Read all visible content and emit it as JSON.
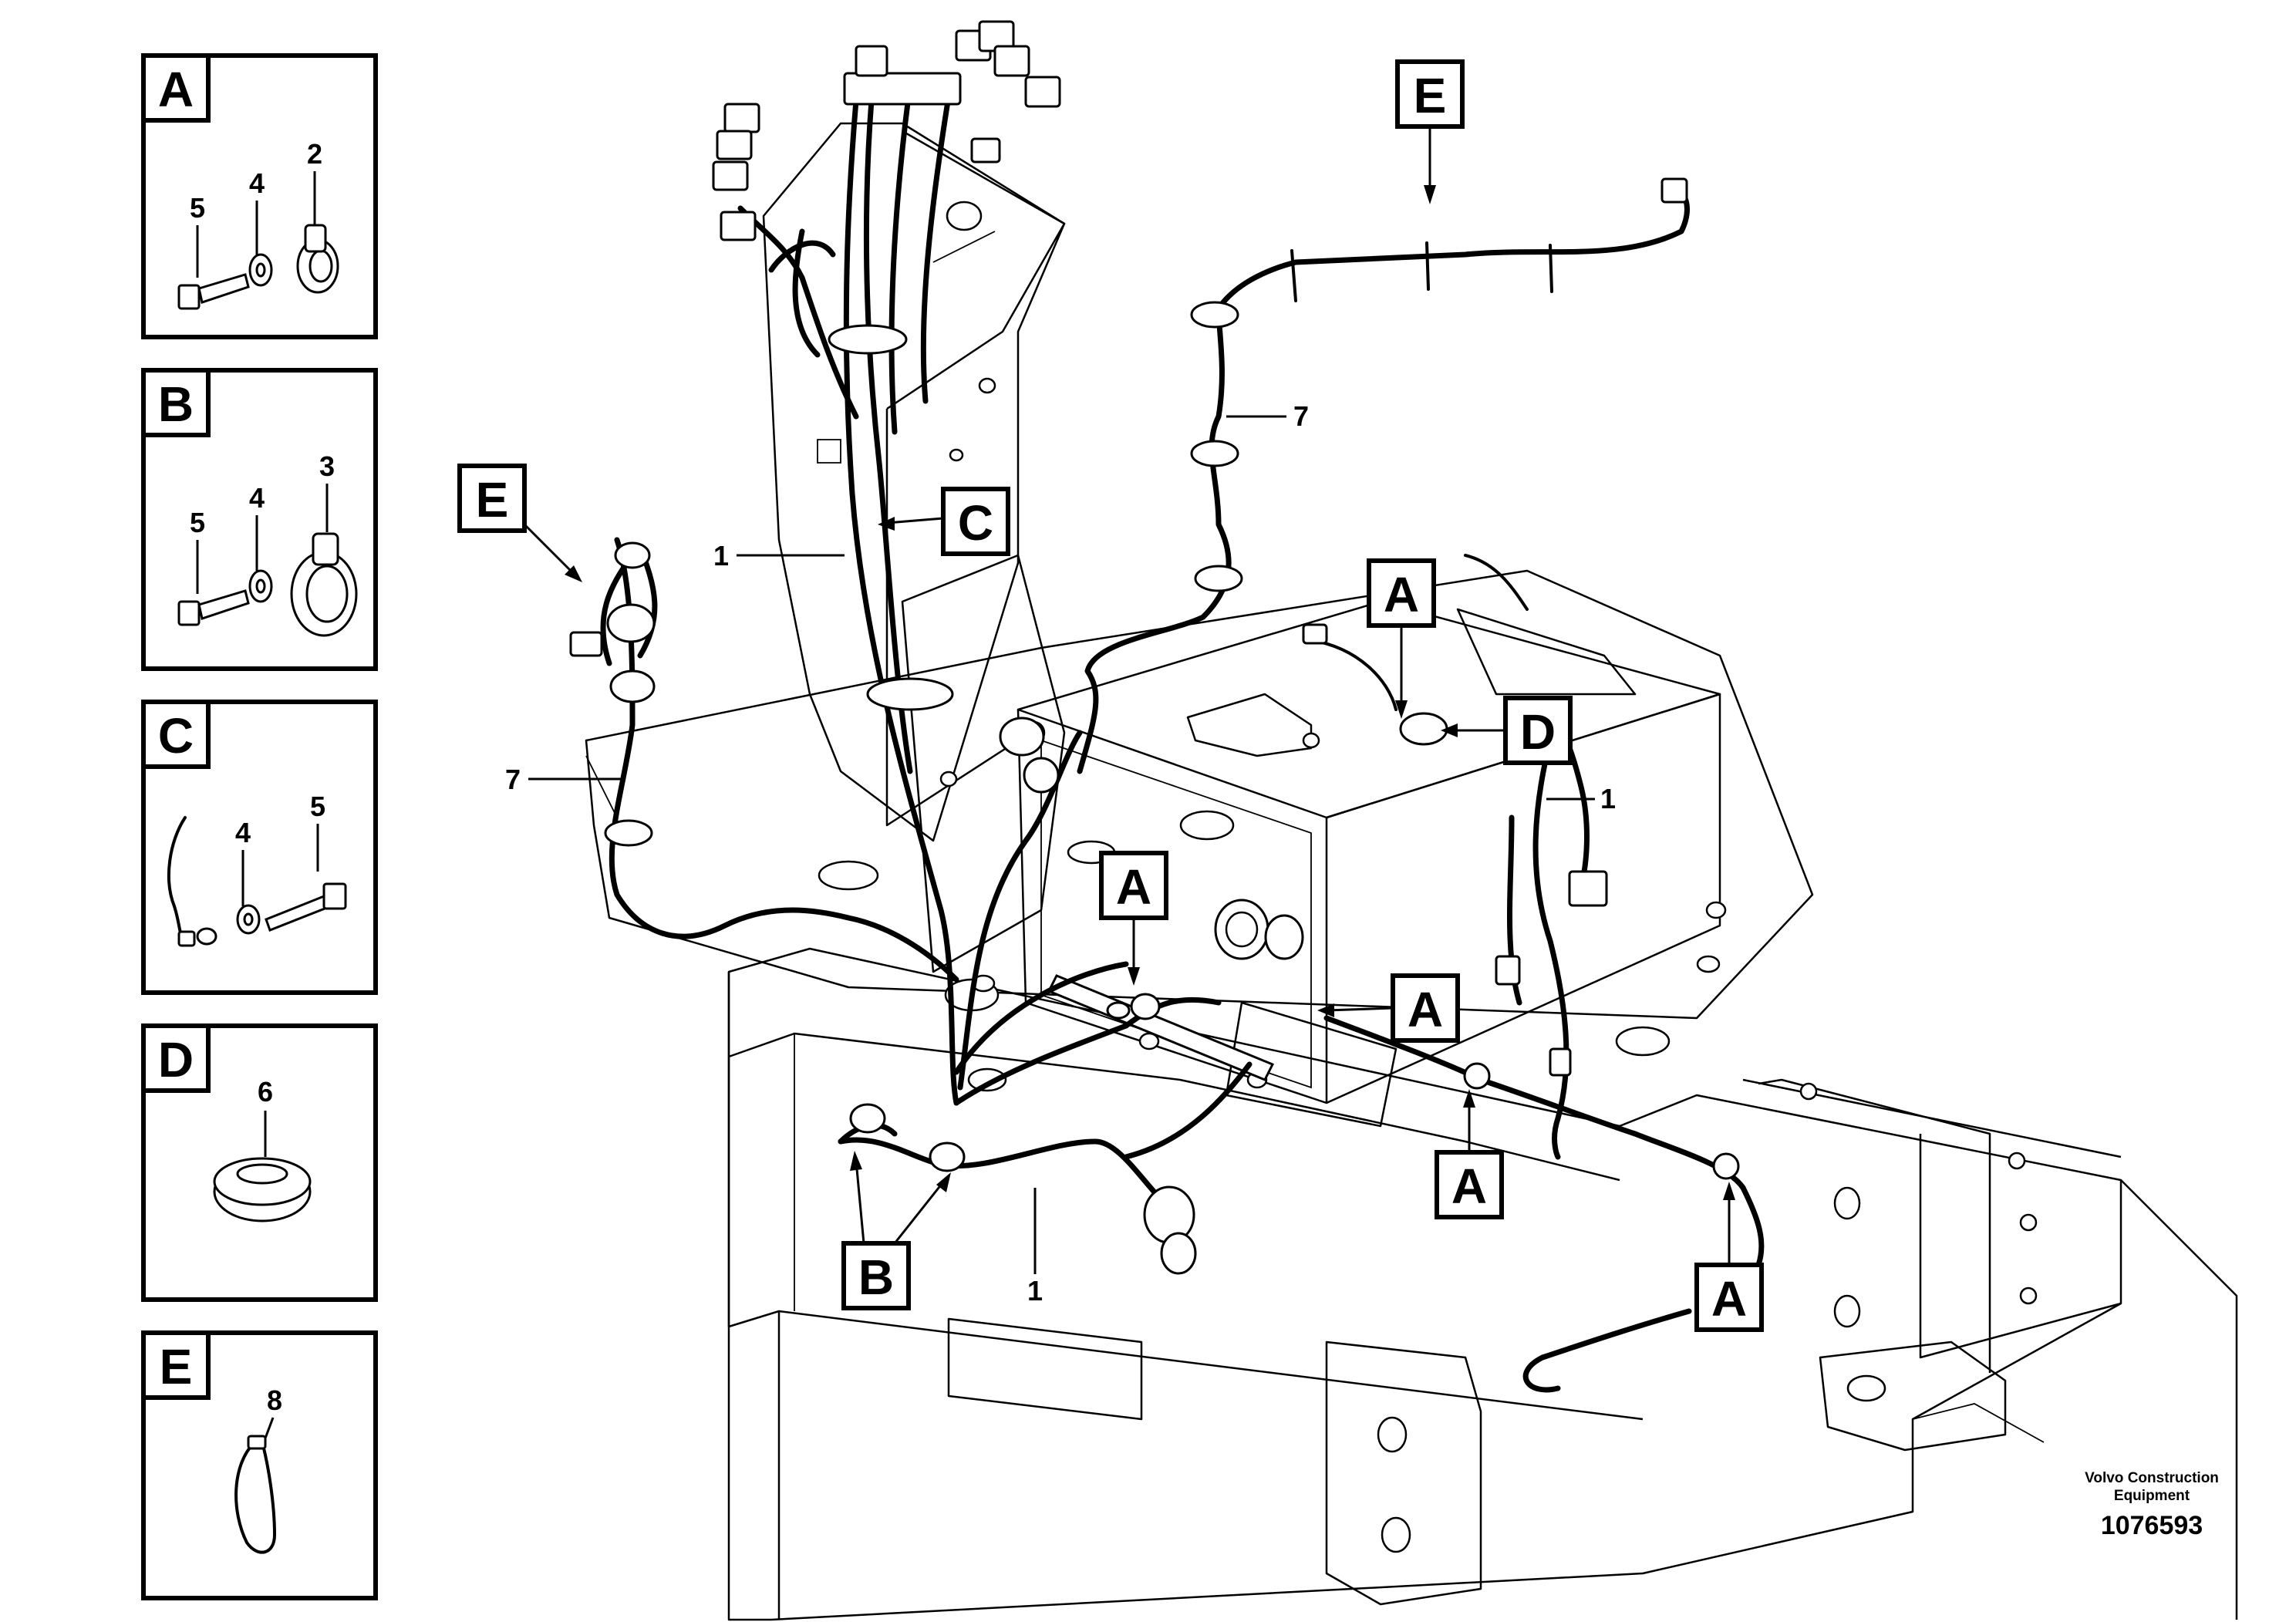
{
  "legend": [
    {
      "letter": "A",
      "parts": [
        "5",
        "4",
        "2"
      ]
    },
    {
      "letter": "B",
      "parts": [
        "5",
        "4",
        "3"
      ]
    },
    {
      "letter": "C",
      "parts": [
        "4",
        "5"
      ]
    },
    {
      "letter": "D",
      "parts": [
        "6"
      ]
    },
    {
      "letter": "E",
      "parts": [
        "8"
      ]
    }
  ],
  "callouts": {
    "a": "A",
    "b": "B",
    "c": "C",
    "d": "D",
    "e": "E"
  },
  "part_numbers": {
    "harness": "1",
    "harness_7": "7"
  },
  "footer": {
    "brand_line1": "Volvo Construction",
    "brand_line2": "Equipment",
    "drawing_number": "1076593"
  }
}
